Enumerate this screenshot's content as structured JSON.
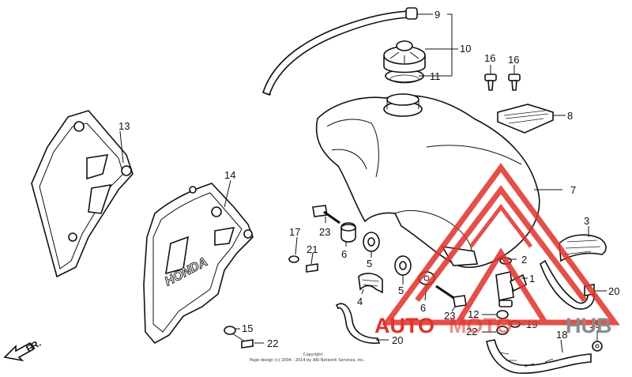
{
  "diagram": {
    "callouts": {
      "c1": "1",
      "c2": "2",
      "c3": "3",
      "c4": "4",
      "c5a": "5",
      "c5b": "5",
      "c6a": "6",
      "c6b": "6",
      "c7": "7",
      "c8": "8",
      "c9": "9",
      "c10": "10",
      "c11": "11",
      "c12": "12",
      "c13": "13",
      "c14": "14",
      "c15": "15",
      "c16a": "16",
      "c16b": "16",
      "c17": "17",
      "c18": "18",
      "c19a": "19",
      "c19b": "19",
      "c20a": "20",
      "c20b": "20",
      "c21": "21",
      "c22a": "22",
      "c22b": "22",
      "c23a": "23",
      "c23b": "23"
    },
    "front_arrow_label": "FR.",
    "copyright_line1": "Copyright",
    "copyright_line2": "Page design (c) 2004 - 2014 by ARI Network Services, Inc.",
    "shroud_lettering": "HONDA"
  },
  "watermark": {
    "text_red": "AUTO",
    "text_grey_mid": "MOTO",
    "text_grey": "HUB",
    "colors": {
      "red": "#e0312b",
      "grey": "#8a8a8a"
    }
  }
}
